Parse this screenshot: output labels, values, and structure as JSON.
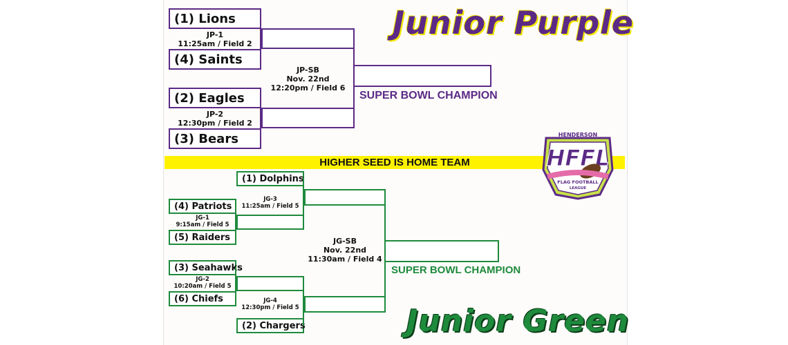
{
  "purple": {
    "title": "Junior Purple",
    "teams": [
      "(1) Lions",
      "(4) Saints",
      "(2) Eagles",
      "(3) Bears"
    ],
    "games": [
      {
        "id": "JP-1",
        "time": "11:25am / Field 2"
      },
      {
        "id": "JP-2",
        "time": "12:30pm / Field 2"
      }
    ],
    "final": {
      "id": "JP-SB",
      "date": "Nov. 22nd",
      "time": "12:20pm / Field 6"
    },
    "champion_label": "SUPER BOWL CHAMPION",
    "color": "#5b2a86"
  },
  "banner": "HIGHER SEED IS HOME TEAM",
  "green": {
    "title": "Junior Green",
    "teams": [
      "(1) Dolphins",
      "(4) Patriots",
      "(5) Raiders",
      "(3) Seahawks",
      "(6) Chiefs",
      "(2) Chargers"
    ],
    "games": [
      {
        "id": "JG-1",
        "time": "9:15am / Field 5"
      },
      {
        "id": "JG-2",
        "time": "10:20am / Field 5"
      },
      {
        "id": "JG-3",
        "time": "11:25am / Field 5"
      },
      {
        "id": "JG-4",
        "time": "12:30pm / Field 5"
      }
    ],
    "final": {
      "id": "JG-SB",
      "date": "Nov. 22nd",
      "time": "11:30am / Field 4"
    },
    "champion_label": "SUPER BOWL CHAMPION",
    "color": "#1e8a3c"
  },
  "logo": {
    "word": "HFFL",
    "top_text": "HENDERSON",
    "ribbon_text": "FLAG FOOTBALL",
    "bottom_text": "LEAGUE"
  }
}
